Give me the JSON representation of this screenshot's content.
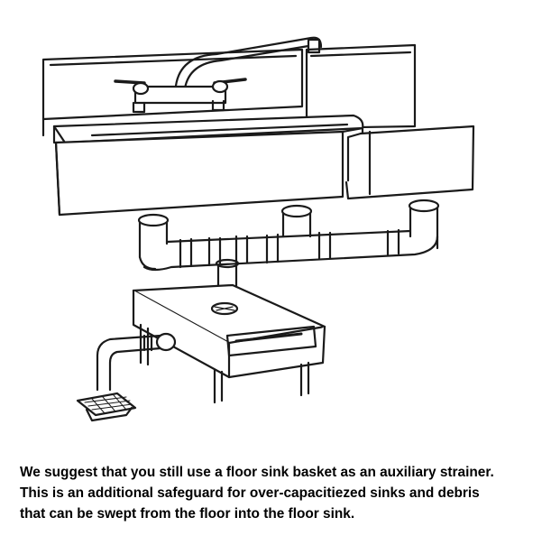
{
  "caption": {
    "line1": "We suggest that you still use a floor sink basket as an auxiliary strainer.",
    "line2": "This is an additional safeguard for over-capacitiezed sinks and debris",
    "line3": "that can be swept from the floor into the floor sink."
  },
  "colors": {
    "ink": "#1a1a1a",
    "background": "#ffffff"
  }
}
